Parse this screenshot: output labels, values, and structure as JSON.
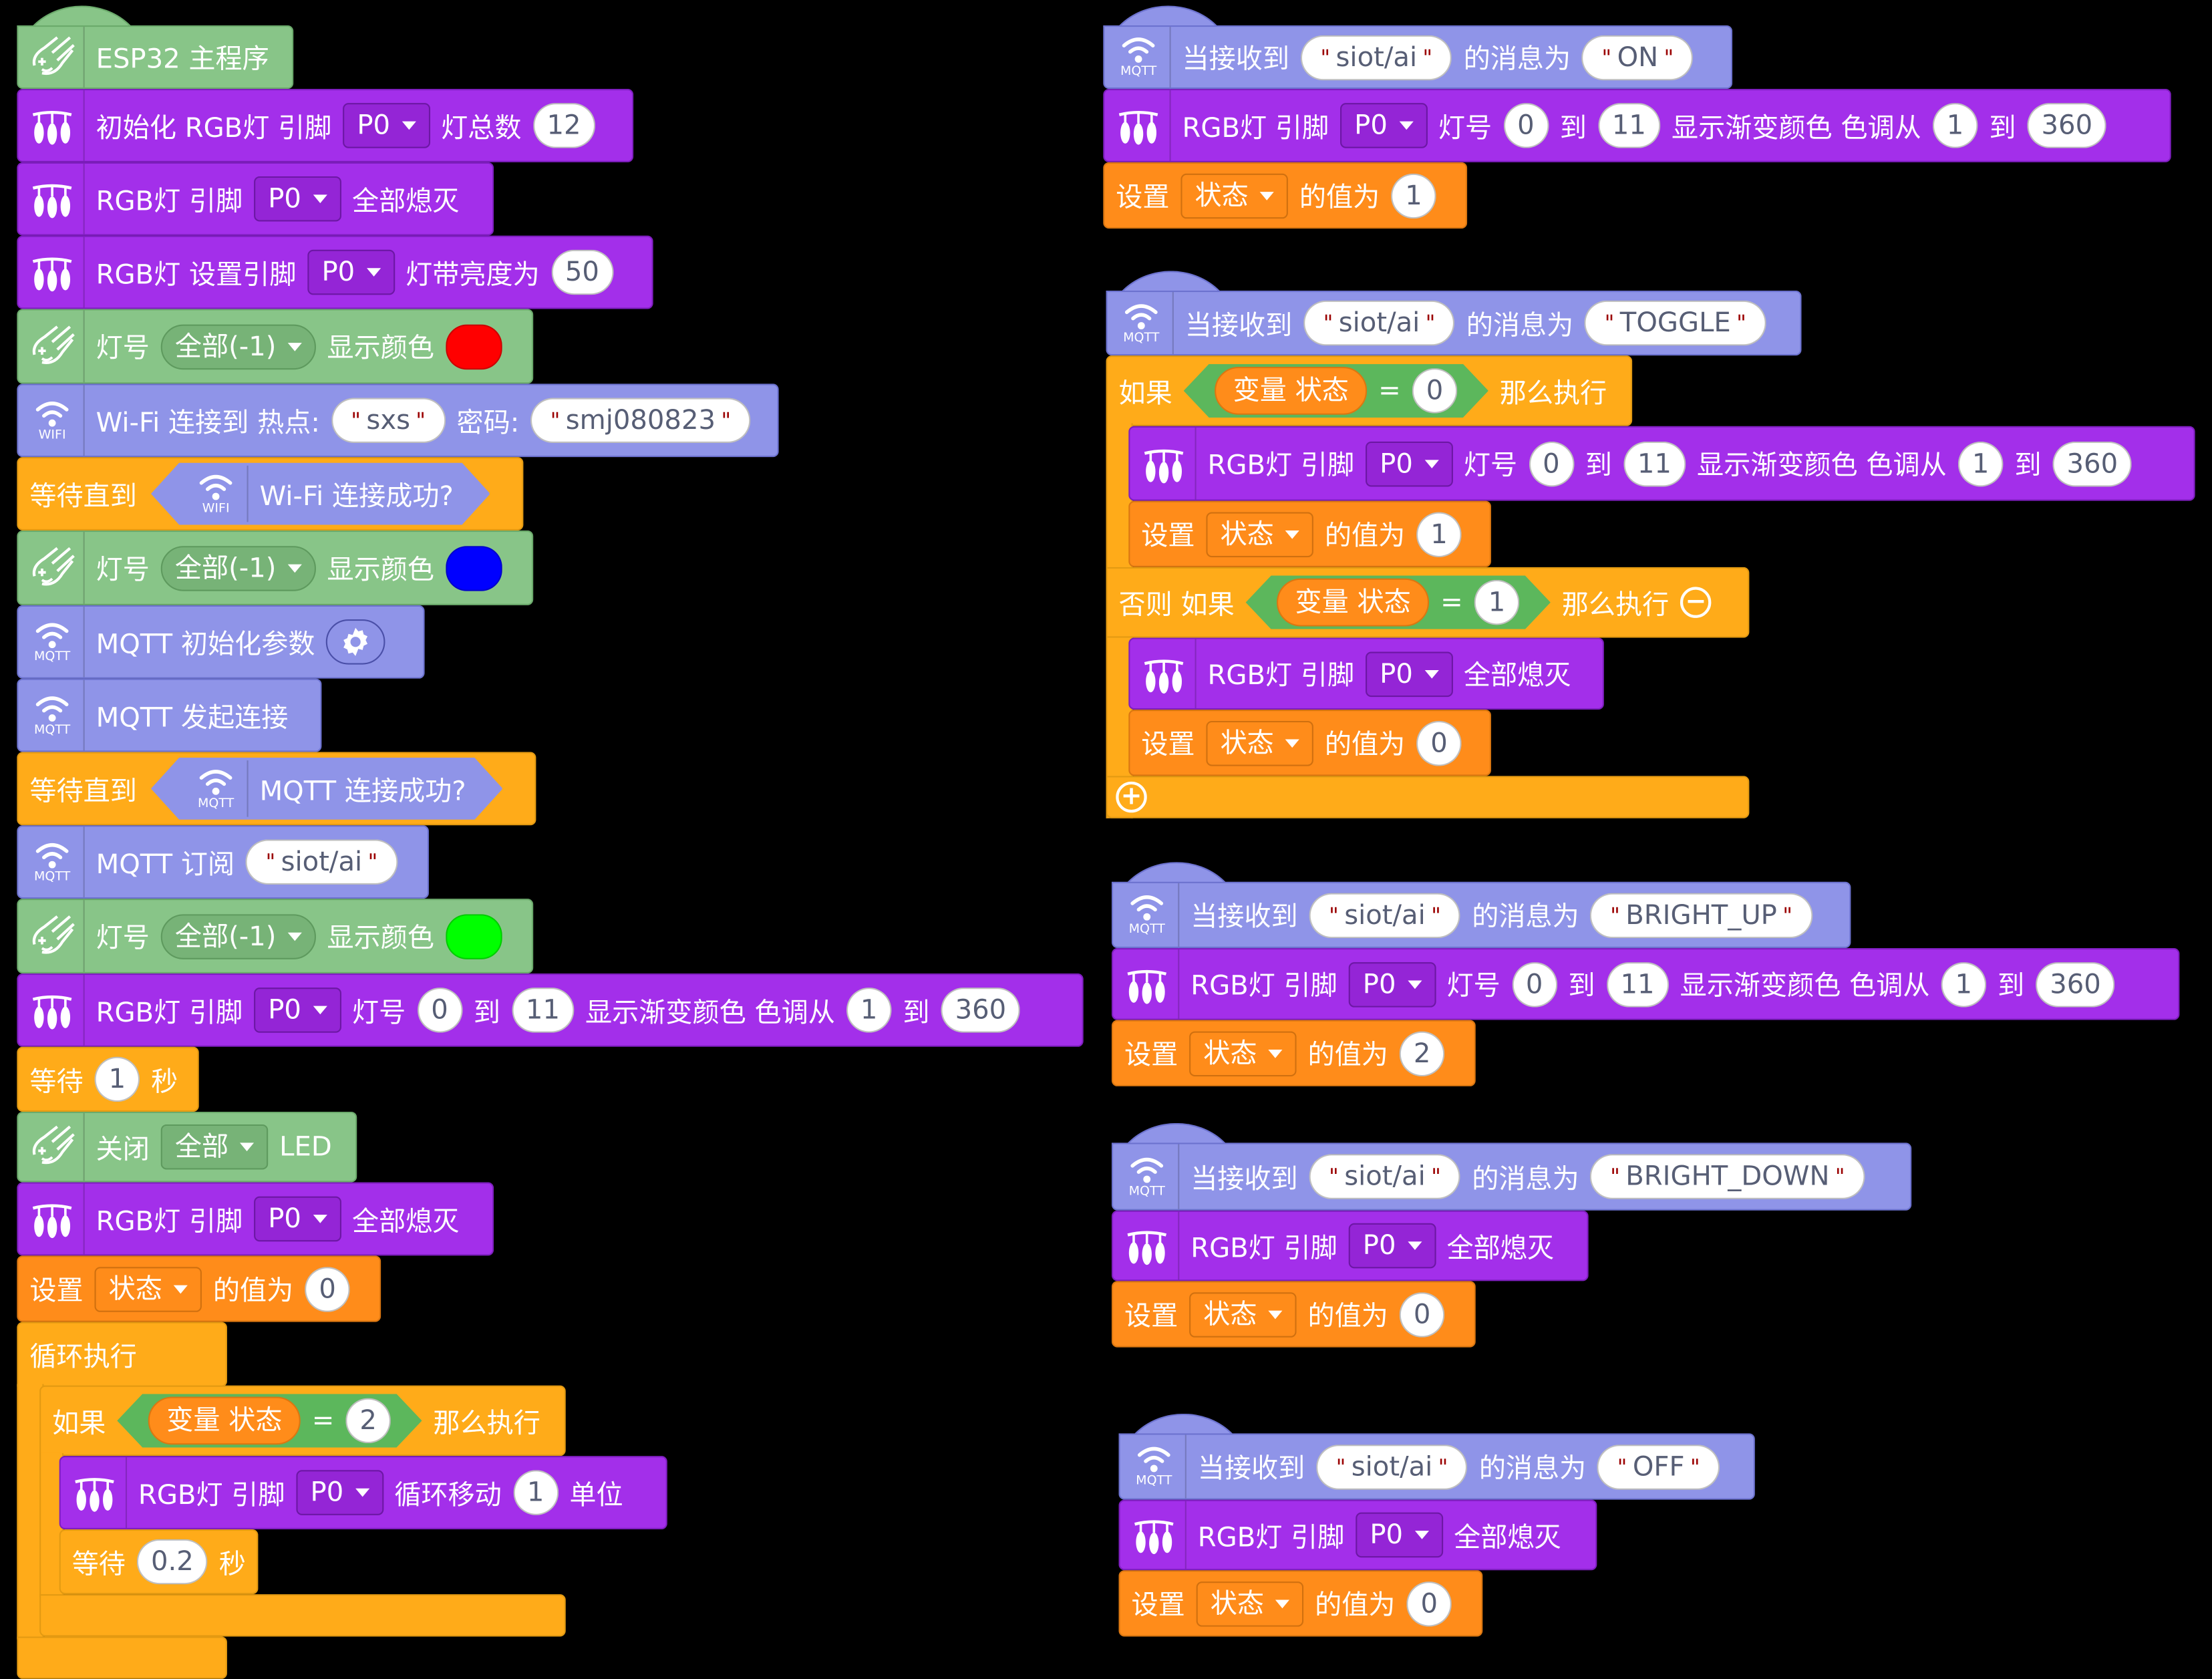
{
  "canvas": {
    "background": "#000000"
  },
  "colors": {
    "rgb_strip": "#A32FEA",
    "led": "#88C588",
    "network": "#8F94E8",
    "control": "#FFAB19",
    "variable": "#FF8C1A",
    "operator": "#5CB75C"
  },
  "icons": {
    "led": "led-hand-icon",
    "rgb": "rgb-strip-icon",
    "wifi": "wifi-icon",
    "mqtt": "mqtt-icon",
    "gear": "gear-icon",
    "minus": "minus-circle-icon",
    "plus": "plus-circle-icon"
  },
  "icon_labels": {
    "wifi": "WIFI",
    "mqtt": "MQTT"
  },
  "main_script": {
    "hat": {
      "label": "ESP32 主程序"
    },
    "init_rgb": {
      "prefix": "初始化 RGB灯 引脚",
      "pin": "P0",
      "mid": "灯总数",
      "count": "12"
    },
    "all_off_1": {
      "prefix": "RGB灯 引脚",
      "pin": "P0",
      "suffix": "全部熄灭"
    },
    "brightness": {
      "prefix": "RGB灯 设置引脚",
      "pin": "P0",
      "mid": "灯带亮度为",
      "value": "50"
    },
    "color_red": {
      "prefix": "灯号",
      "which": "全部(-1)",
      "mid": "显示颜色",
      "color": "#FF0000"
    },
    "wifi_connect": {
      "prefix": "Wi-Fi 连接到 热点:",
      "ssid": "sxs",
      "pwd_label": "密码:",
      "password": "smj080823"
    },
    "wait_wifi": {
      "prefix": "等待直到",
      "cond": "Wi-Fi 连接成功?"
    },
    "color_blue": {
      "prefix": "灯号",
      "which": "全部(-1)",
      "mid": "显示颜色",
      "color": "#0000FF"
    },
    "mqtt_init": {
      "label": "MQTT 初始化参数"
    },
    "mqtt_connect": {
      "label": "MQTT 发起连接"
    },
    "wait_mqtt": {
      "prefix": "等待直到",
      "cond": "MQTT 连接成功?"
    },
    "mqtt_sub": {
      "prefix": "MQTT 订阅",
      "topic": "siot/ai"
    },
    "color_green": {
      "prefix": "灯号",
      "which": "全部(-1)",
      "mid": "显示颜色",
      "color": "#00FF00"
    },
    "gradient": {
      "prefix": "RGB灯 引脚",
      "pin": "P0",
      "l1": "灯号",
      "from": "0",
      "l2": "到",
      "to": "11",
      "l3": "显示渐变颜色 色调从",
      "hfrom": "1",
      "l4": "到",
      "hto": "360"
    },
    "wait_1": {
      "prefix": "等待",
      "value": "1",
      "suffix": "秒"
    },
    "led_off": {
      "prefix": "关闭",
      "which": "全部",
      "suffix": "LED"
    },
    "all_off_2": {
      "prefix": "RGB灯 引脚",
      "pin": "P0",
      "suffix": "全部熄灭"
    },
    "set_state_0": {
      "prefix": "设置",
      "var": "状态",
      "mid": "的值为",
      "value": "0"
    },
    "forever": {
      "label": "循环执行"
    },
    "if_block": {
      "prefix": "如果",
      "var_label": "变量 状态",
      "op": "=",
      "value": "2",
      "suffix": "那么执行"
    },
    "rotate": {
      "prefix": "RGB灯 引脚",
      "pin": "P0",
      "mid": "循环移动",
      "value": "1",
      "suffix": "单位"
    },
    "wait_02": {
      "prefix": "等待",
      "value": "0.2",
      "suffix": "秒"
    }
  },
  "handlers": [
    {
      "hat": {
        "prefix": "当接收到",
        "topic": "siot/ai",
        "mid": "的消息为",
        "message": "ON"
      },
      "gradient": {
        "prefix": "RGB灯 引脚",
        "pin": "P0",
        "l1": "灯号",
        "from": "0",
        "l2": "到",
        "to": "11",
        "l3": "显示渐变颜色 色调从",
        "hfrom": "1",
        "l4": "到",
        "hto": "360"
      },
      "set": {
        "prefix": "设置",
        "var": "状态",
        "mid": "的值为",
        "value": "1"
      }
    },
    {
      "hat": {
        "prefix": "当接收到",
        "topic": "siot/ai",
        "mid": "的消息为",
        "message": "TOGGLE"
      },
      "if": {
        "prefix": "如果",
        "var_label": "变量 状态",
        "op": "=",
        "value": "0",
        "suffix": "那么执行"
      },
      "gradient": {
        "prefix": "RGB灯 引脚",
        "pin": "P0",
        "l1": "灯号",
        "from": "0",
        "l2": "到",
        "to": "11",
        "l3": "显示渐变颜色 色调从",
        "hfrom": "1",
        "l4": "到",
        "hto": "360"
      },
      "set1": {
        "prefix": "设置",
        "var": "状态",
        "mid": "的值为",
        "value": "1"
      },
      "elseif": {
        "prefix": "否则 如果",
        "var_label": "变量 状态",
        "op": "=",
        "value": "1",
        "suffix": "那么执行"
      },
      "off": {
        "prefix": "RGB灯 引脚",
        "pin": "P0",
        "suffix": "全部熄灭"
      },
      "set0": {
        "prefix": "设置",
        "var": "状态",
        "mid": "的值为",
        "value": "0"
      }
    },
    {
      "hat": {
        "prefix": "当接收到",
        "topic": "siot/ai",
        "mid": "的消息为",
        "message": "BRIGHT_UP"
      },
      "gradient": {
        "prefix": "RGB灯 引脚",
        "pin": "P0",
        "l1": "灯号",
        "from": "0",
        "l2": "到",
        "to": "11",
        "l3": "显示渐变颜色 色调从",
        "hfrom": "1",
        "l4": "到",
        "hto": "360"
      },
      "set": {
        "prefix": "设置",
        "var": "状态",
        "mid": "的值为",
        "value": "2"
      }
    },
    {
      "hat": {
        "prefix": "当接收到",
        "topic": "siot/ai",
        "mid": "的消息为",
        "message": "BRIGHT_DOWN"
      },
      "off": {
        "prefix": "RGB灯 引脚",
        "pin": "P0",
        "suffix": "全部熄灭"
      },
      "set": {
        "prefix": "设置",
        "var": "状态",
        "mid": "的值为",
        "value": "0"
      }
    },
    {
      "hat": {
        "prefix": "当接收到",
        "topic": "siot/ai",
        "mid": "的消息为",
        "message": "OFF"
      },
      "off": {
        "prefix": "RGB灯 引脚",
        "pin": "P0",
        "suffix": "全部熄灭"
      },
      "set": {
        "prefix": "设置",
        "var": "状态",
        "mid": "的值为",
        "value": "0"
      }
    }
  ]
}
